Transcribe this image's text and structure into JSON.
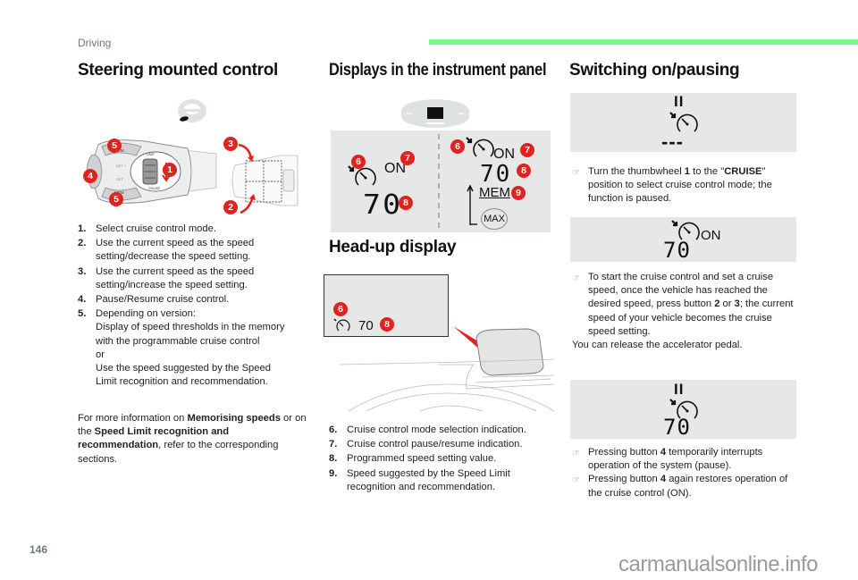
{
  "header": {
    "section": "Driving",
    "accent_color": "#77f78f"
  },
  "col1": {
    "title": "Steering mounted control",
    "diagram": {
      "callouts": [
        "1",
        "2",
        "3",
        "4",
        "5",
        "5"
      ],
      "stalk_labels": [
        "MEM",
        "SET +",
        "SET -",
        "MEM",
        "LIMIT",
        "CRUISE",
        "0"
      ]
    },
    "items": [
      {
        "num": "1.",
        "text": "Select cruise control mode."
      },
      {
        "num": "2.",
        "text": "Use the current speed as the speed\nsetting/decrease the speed setting."
      },
      {
        "num": "3.",
        "text": "Use the current speed as the speed\nsetting/increase the speed setting."
      },
      {
        "num": "4.",
        "text": "Pause/Resume cruise control."
      },
      {
        "num": "5.",
        "text": "Depending on version:\nDisplay of speed thresholds in the memory\nwith the programmable cruise control\nor\nUse the speed suggested by the Speed\nLimit recognition and recommendation."
      }
    ],
    "more_info": {
      "p1": "For more information on ",
      "b1": "Memorising speeds",
      "p2": " or on the ",
      "b2": "Speed Limit recognition and recommendation",
      "p3": ", refer to the corresponding sections."
    }
  },
  "col2": {
    "title": "Displays in the instrument panel",
    "panel_left": {
      "status": "ON",
      "speed": "70",
      "callouts": [
        "6",
        "7",
        "8"
      ]
    },
    "panel_right": {
      "status": "ON",
      "speed": "70",
      "mem": "MEM",
      "max": "MAX",
      "callouts": [
        "6",
        "7",
        "8",
        "9"
      ]
    },
    "hud_title": "Head-up display",
    "hud": {
      "speed": "70",
      "callouts": [
        "6",
        "8"
      ]
    },
    "items": [
      {
        "num": "6.",
        "text": "Cruise control mode selection indication."
      },
      {
        "num": "7.",
        "text": "Cruise control pause/resume indication."
      },
      {
        "num": "8.",
        "text": "Programmed speed setting value."
      },
      {
        "num": "9.",
        "text": "Speed suggested by the Speed Limit\nrecognition and recommendation."
      }
    ]
  },
  "col3": {
    "title": "Switching on/pausing",
    "panel1": {
      "pause": "II",
      "speed": "---"
    },
    "step1": {
      "t1": "Turn the thumbwheel ",
      "b1": "1",
      "t2": " to the \"",
      "b2": "CRUISE",
      "t3": "\" position to select cruise control mode; the function is paused."
    },
    "panel2": {
      "status": "ON",
      "speed": "70"
    },
    "step2": {
      "t1": "To start the cruise control and set a cruise speed, once the vehicle has reached the desired speed, press button ",
      "b1": "2",
      "t2": " or ",
      "b2": "3",
      "t3": "; the current speed of your vehicle becomes the cruise speed setting."
    },
    "step2_note": "You can release the accelerator pedal.",
    "panel3": {
      "pause": "II",
      "speed": "70"
    },
    "step3a": {
      "t1": "Pressing button ",
      "b1": "4",
      "t2": " temporarily interrupts operation of the system (pause)."
    },
    "step3b": {
      "t1": "Pressing button ",
      "b1": "4",
      "t2": " again restores operation of the cruise control (ON)."
    },
    "bullet_icon": "pointing-hand-icon"
  },
  "footer": {
    "page_number": "146",
    "watermark": "carmanualsonline.info"
  }
}
